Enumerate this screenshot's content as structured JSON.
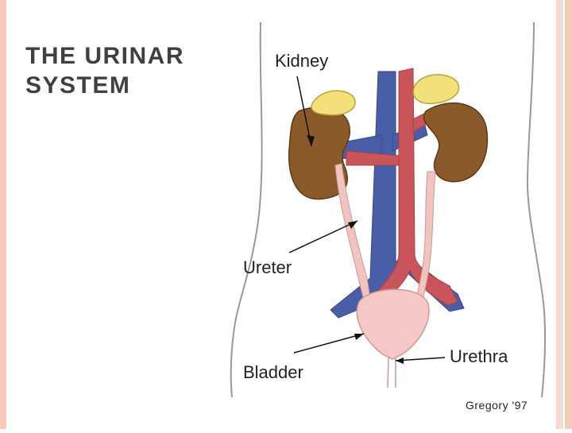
{
  "slide": {
    "title_line1": "THE URINAR",
    "title_line2": "SYSTEM"
  },
  "diagram": {
    "labels": {
      "kidney": "Kidney",
      "ureter": "Ureter",
      "bladder": "Bladder",
      "urethra": "Urethra"
    },
    "credit": "Gregory '97",
    "colors": {
      "kidney": "#8b5a2b",
      "adrenal": "#f3e07a",
      "vein": "#4a5ea8",
      "artery": "#c9555a",
      "ureter": "#f2c4c0",
      "bladder": "#f7c6c6",
      "accent": "#f7c9b8"
    }
  }
}
